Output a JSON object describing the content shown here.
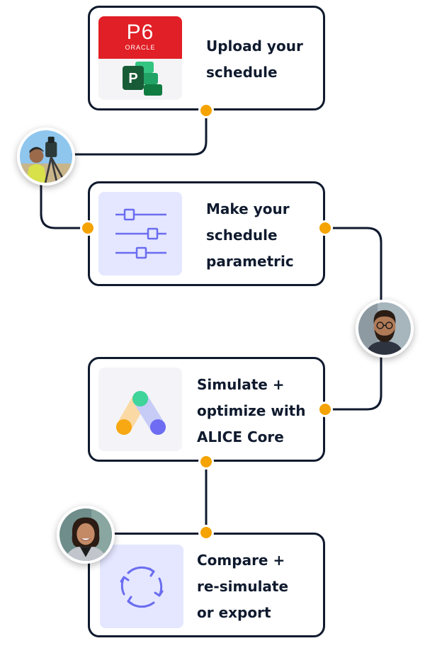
{
  "steps": [
    {
      "lines": [
        "Upload your",
        "schedule"
      ],
      "icon": "p6-oracle-and-ms-project-logos"
    },
    {
      "lines": [
        "Make your",
        "schedule",
        "parametric"
      ],
      "icon": "sliders-icon"
    },
    {
      "lines": [
        "Simulate +",
        "optimize with",
        "ALICE Core"
      ],
      "icon": "alice-logo"
    },
    {
      "lines": [
        "Compare +",
        "re-simulate",
        "or export"
      ],
      "icon": "refresh-cycle-icon"
    }
  ],
  "logo": {
    "p6": "P6",
    "oracle": "ORACLE",
    "msproject_letter": "P"
  },
  "colors": {
    "border": "#0f1a2e",
    "connector_dot": "#f5a300",
    "icon_tile_bg": "#e4e7ff",
    "icon_stroke": "#6b6df0",
    "oracle_red": "#e11f26",
    "msproject_green": "#185c37"
  },
  "avatars": [
    "surveyor-avatar",
    "bearded-man-avatar",
    "smiling-woman-avatar"
  ]
}
